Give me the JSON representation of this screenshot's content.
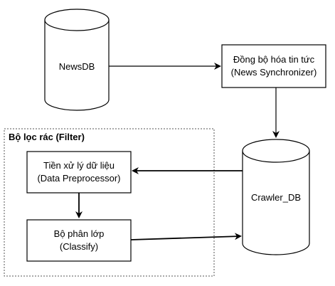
{
  "diagram": {
    "news_db": {
      "label": "NewsDB"
    },
    "crawler_db": {
      "label": "Crawler_DB"
    },
    "news_sync": {
      "line1": "Đồng bộ hóa tin tức",
      "line2": "(News Synchronizer)"
    },
    "filter_group": {
      "title": "Bộ lọc rác (Filter)"
    },
    "preprocessor": {
      "line1": "Tiền xử lý dữ liệu",
      "line2": "(Data Preprocessor)"
    },
    "classify": {
      "line1": "Bộ phân lớp",
      "line2": "(Classify)"
    }
  }
}
